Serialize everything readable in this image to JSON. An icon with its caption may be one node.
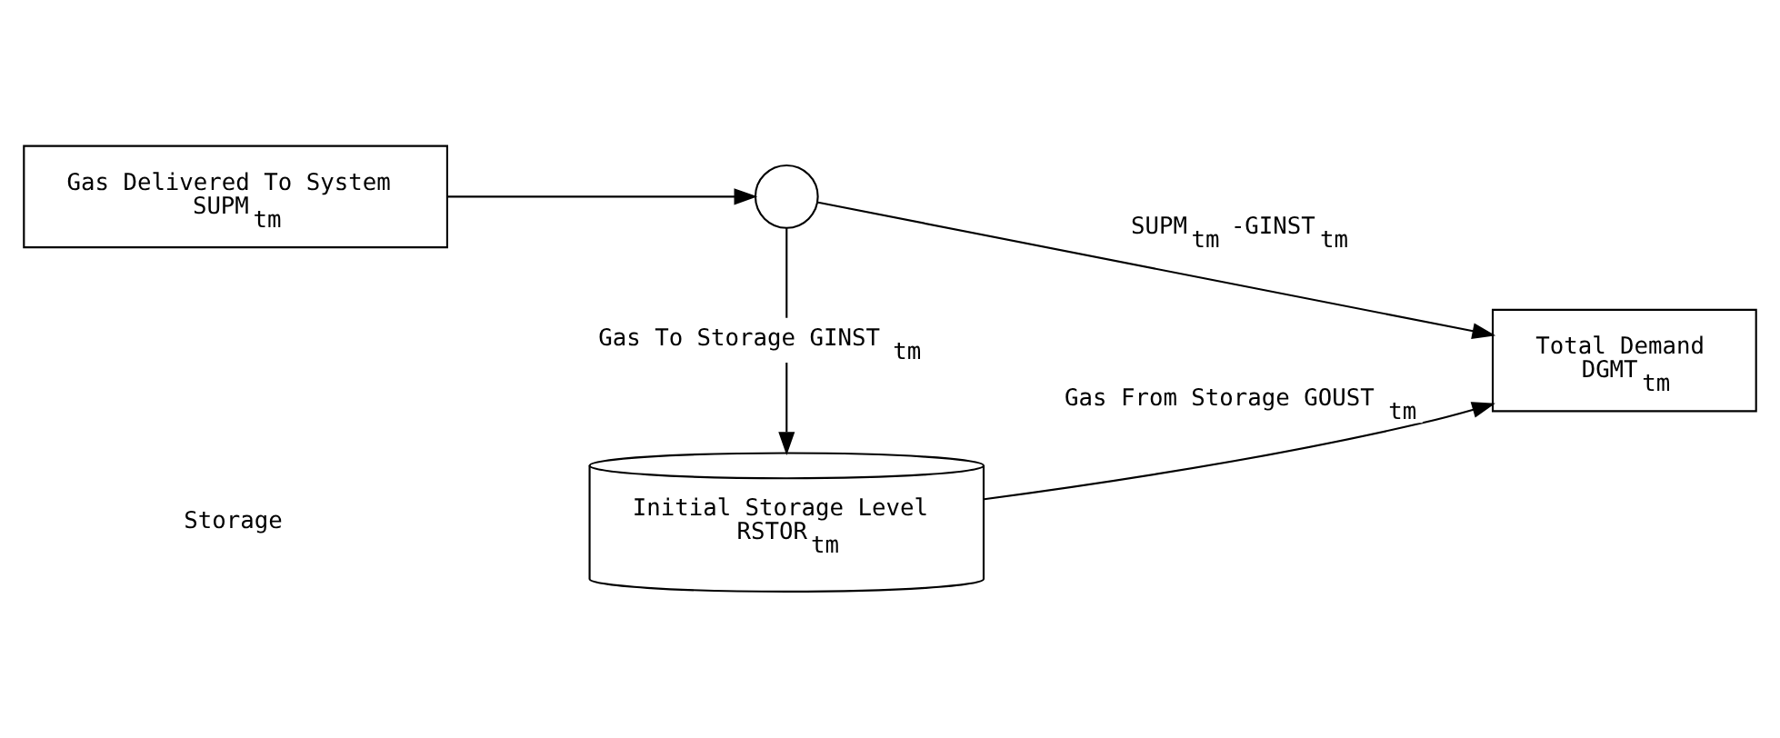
{
  "diagram": {
    "nodes": [
      {
        "text": [
          "Gas Delivered To System",
          "SUPM$_{tm}$"
        ]
      },
      {
        "text": [],
        "shape": "circle"
      },
      {
        "text": [
          "Total Demand",
          "DGMT$_{tm}$"
        ]
      },
      {
        "text": [
          "Initial Storage Level",
          "RSTOR$_{tm}$"
        ]
      }
    ],
    "edges": [
      {
        "from": 0,
        "to": 1,
        "arrow": "to"
      },
      {
        "from": 1,
        "to": 2,
        "arrow": "to",
        "label": "SUPM$_{tm}$ -GINST$_{tm}$"
      },
      {
        "from": 1,
        "to": 3,
        "arrow": "to",
        "label": "Gas To Storage GINST$_{tm}$"
      },
      {
        "from": 3,
        "to": 2,
        "arrow": "to",
        "label": "Gas From Storage GOUST$_{tm}$"
      }
    ],
    "labels": [
      "Storage"
    ]
  }
}
